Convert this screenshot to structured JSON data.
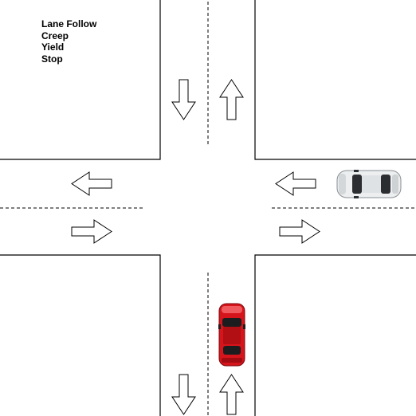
{
  "legend": {
    "items": [
      "Lane Follow",
      "Creep",
      "Yield",
      "Stop"
    ]
  },
  "vehicles": {
    "ego": {
      "color": "#d6141b",
      "heading": "north"
    },
    "other": {
      "color": "#e6e8ea",
      "heading": "west"
    }
  },
  "arrows": {
    "north_road": [
      "down",
      "up"
    ],
    "south_road": [
      "down",
      "up"
    ],
    "west_road": [
      "left",
      "right"
    ],
    "east_road": [
      "left",
      "right"
    ]
  },
  "colors": {
    "background": "#ffffff",
    "road_edge": "#000000",
    "lane_divider": "#000000"
  }
}
